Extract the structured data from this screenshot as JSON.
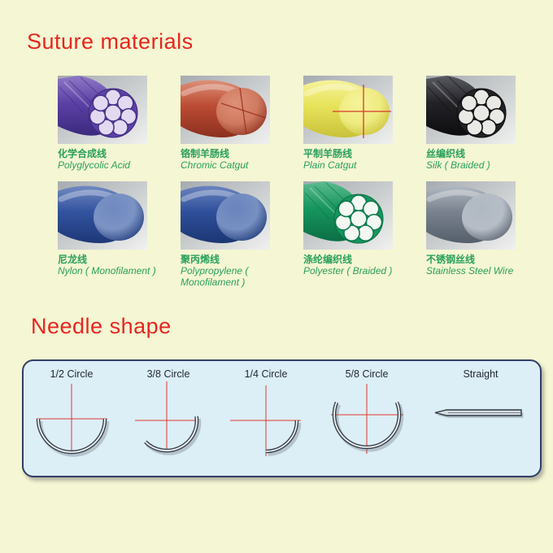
{
  "page": {
    "background": "#f5f6d3"
  },
  "suture_section": {
    "title": "Suture materials",
    "title_color": "#e52620",
    "label_color": "#2aa05c",
    "materials": [
      {
        "name_zh": "化学合成线",
        "name_en": "Polyglycolic Acid",
        "structure": "braided-cross-section",
        "colors": {
          "main": "#5c41a6",
          "dark": "#3b2a7e",
          "light": "#8f79c6",
          "petal_fill": "#e3d9f1",
          "petal_stroke": "#4a338c"
        },
        "marking": "none"
      },
      {
        "name_zh": "铬制羊肠线",
        "name_en": "Chromic Catgut",
        "structure": "monofilament-sphere",
        "colors": {
          "main": "#bb4b33",
          "dark": "#8c3020",
          "light": "#dd9078",
          "sphere": "#d07a60",
          "mark": "#9c2d1d"
        },
        "marking": "cross"
      },
      {
        "name_zh": "平制羊肠线",
        "name_en": "Plain Catgut",
        "structure": "monofilament-sphere",
        "colors": {
          "main": "#e7e35a",
          "dark": "#c9c23a",
          "light": "#f6f39a",
          "sphere": "#eeeb80",
          "mark": "#d6392c"
        },
        "marking": "plus"
      },
      {
        "name_zh": "丝编织线",
        "name_en": "Silk ( Braided )",
        "structure": "braided-cross-section",
        "colors": {
          "main": "#232327",
          "dark": "#0d0d10",
          "light": "#5a5a62",
          "petal_fill": "#e9e9e6",
          "petal_stroke": "#141416"
        },
        "marking": "none"
      },
      {
        "name_zh": "尼龙线",
        "name_en": "Nylon ( Monofilament )",
        "structure": "monofilament-sphere",
        "colors": {
          "main": "#33539f",
          "dark": "#1e3878",
          "light": "#7089c0",
          "sphere": "#7b93c4",
          "mark": ""
        },
        "marking": "none"
      },
      {
        "name_zh": "聚丙烯线",
        "name_en": "Polypropylene ( Monofilament )",
        "structure": "monofilament-sphere",
        "colors": {
          "main": "#2f4f9b",
          "dark": "#1c3674",
          "light": "#6a84bd",
          "sphere": "#7690c2",
          "mark": ""
        },
        "marking": "none"
      },
      {
        "name_zh": "涤纶编织线",
        "name_en": "Polyester ( Braided )",
        "structure": "braided-cross-section",
        "colors": {
          "main": "#17965f",
          "dark": "#0b6f45",
          "light": "#5cbb90",
          "petal_fill": "#f3f8f3",
          "petal_stroke": "#0e7c4e"
        },
        "marking": "none"
      },
      {
        "name_zh": "不锈钢丝线",
        "name_en": "Stainless Steel Wire",
        "structure": "monofilament-sphere",
        "colors": {
          "main": "#79828e",
          "dark": "#555f6b",
          "light": "#b0b8c1",
          "sphere": "#b6bdc6",
          "mark": ""
        },
        "marking": "none"
      }
    ]
  },
  "needle_section": {
    "title": "Needle shape",
    "panel": {
      "fill": "#dceef6",
      "border": "#333e68",
      "guide_line_color": "#e0392f"
    },
    "needles": [
      {
        "label": "1/2 Circle"
      },
      {
        "label": "3/8 Circle"
      },
      {
        "label": "1/4 Circle"
      },
      {
        "label": "5/8 Circle"
      },
      {
        "label": "Straight"
      }
    ]
  }
}
